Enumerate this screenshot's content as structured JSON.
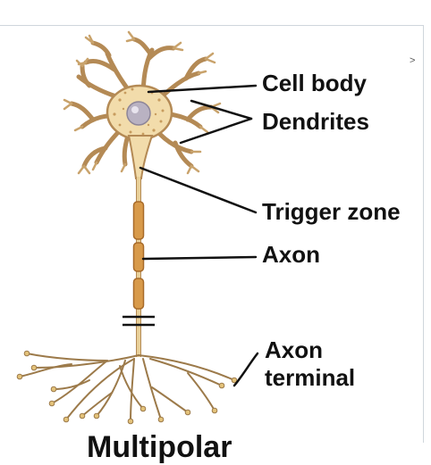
{
  "labels": {
    "cell_body": "Cell body",
    "dendrites": "Dendrites",
    "trigger_zone": "Trigger zone",
    "axon": "Axon",
    "axon_terminal": "Axon terminal",
    "bottom_caption_partial": "Multipolar"
  },
  "ui": {
    "caret": ">"
  },
  "colors": {
    "neuron_fill": "#f2dcab",
    "neuron_stroke": "#b48a55",
    "myelin": "#d89a4a",
    "terminal": "#9c7a4a",
    "nucleus": "#b9b2c2",
    "leader_line": "#111111"
  }
}
